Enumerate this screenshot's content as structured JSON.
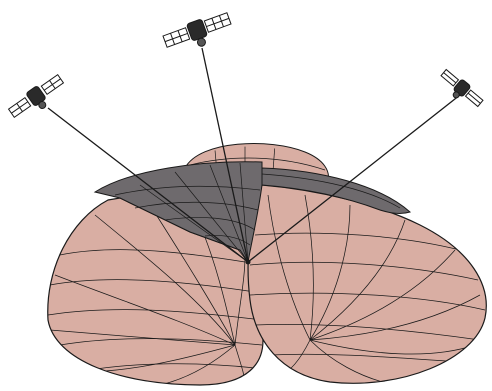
{
  "diagram": {
    "subject": "three-satellite-signal-intersection",
    "colors": {
      "background": "#ffffff",
      "sphere_fill": "#d9aea3",
      "sphere_fill_dark": "#c99b8f",
      "disk_fill": "#6e6a6d",
      "disk_fill_light": "#8f8b8d",
      "line": "#1a1a1a"
    },
    "satellites": [
      {
        "id": "satellite-top",
        "icon": "satellite-icon"
      },
      {
        "id": "satellite-left",
        "icon": "satellite-icon"
      },
      {
        "id": "satellite-right",
        "icon": "satellite-icon"
      }
    ],
    "spheres": [
      {
        "id": "sphere-left"
      },
      {
        "id": "sphere-right"
      },
      {
        "id": "sphere-back"
      }
    ],
    "intersection_point": {
      "id": "intersection-point"
    }
  }
}
